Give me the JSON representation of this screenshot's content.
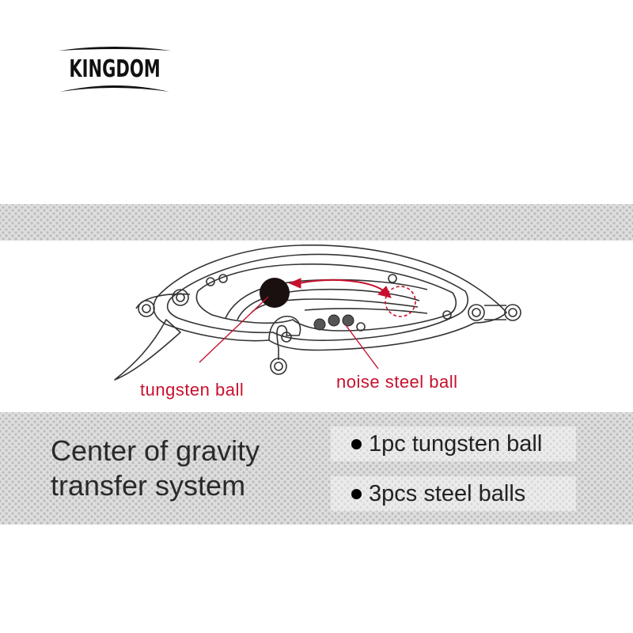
{
  "brand": {
    "logo_text": "KINGDOM"
  },
  "callouts": {
    "tungsten_ball": "tungsten ball",
    "noise_steel_ball": "noise steel ball"
  },
  "headline": {
    "line1": "Center of gravity",
    "line2": "transfer system"
  },
  "specs": [
    {
      "text": "1pc tungsten ball"
    },
    {
      "text": "3pcs steel balls"
    }
  ],
  "colors": {
    "accent": "#c8102e",
    "text": "#222222",
    "band": "#dedede"
  }
}
